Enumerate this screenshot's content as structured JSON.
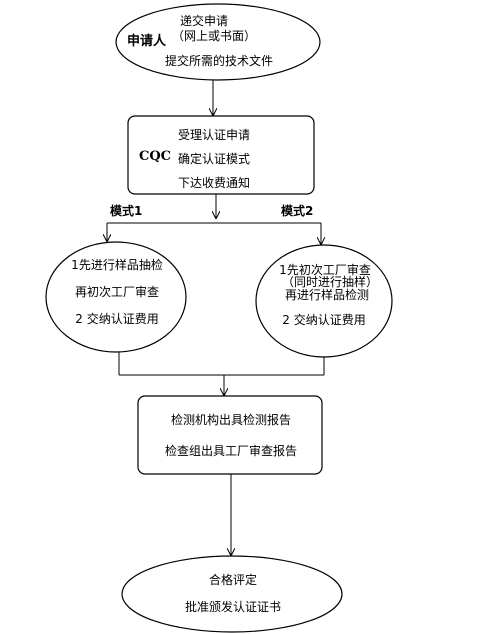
{
  "applicant": {
    "role": "申请人",
    "line1": "递交申请",
    "line2": "（网上或书面）",
    "line3": "提交所需的技术文件"
  },
  "cqc": {
    "label": "CQC",
    "line1": "受理认证申请",
    "line2": "确定认证模式",
    "line3": "下达收费通知"
  },
  "modes": {
    "mode1_label": "模式1",
    "mode2_label": "模式2"
  },
  "mode1": {
    "line1": "1先进行样品抽检",
    "line2": "再初次工厂审查",
    "line3": "2 交纳认证费用"
  },
  "mode2": {
    "line1": "1先初次工厂审查",
    "line2": "（同时进行抽样）",
    "line3": "再进行样品检测",
    "line4": "2 交纳认证费用"
  },
  "reports": {
    "line1": "检测机构出具检测报告",
    "line2": "检查组出具工厂审查报告"
  },
  "final": {
    "line1": "合格评定",
    "line2": "批准颁发认证证书"
  }
}
